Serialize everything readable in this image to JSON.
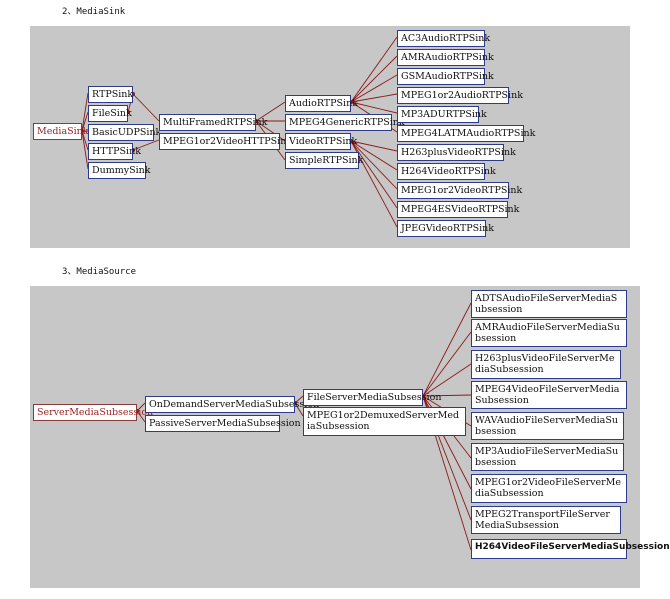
{
  "sections": {
    "sink": {
      "heading": "2、MediaSink",
      "nodes": {
        "root": "MediaSink",
        "rtp": "RTPSink",
        "file": "FileSink",
        "basic_udp": "BasicUDPSink",
        "http": "HTTPSink",
        "dummy": "DummySink",
        "multiframed": "MultiFramedRTPSink",
        "mpeg_video_http": "MPEG1or2VideoHTTPSink",
        "audio_rtp": "AudioRTPSink",
        "mpeg4_generic": "MPEG4GenericRTPSink",
        "video_rtp": "VideoRTPSink",
        "simple_rtp": "SimpleRTPSink",
        "ac3": "AC3AudioRTPSink",
        "amr": "AMRAudioRTPSink",
        "gsm": "GSMAudioRTPSink",
        "mpeg_audio": "MPEG1or2AudioRTPSink",
        "mp3adu": "MP3ADURTPSink",
        "latm": "MPEG4LATMAudioRTPSink",
        "h263": "H263plusVideoRTPSink",
        "h264": "H264VideoRTPSink",
        "mpeg_video": "MPEG1or2VideoRTPSink",
        "mpeg4es": "MPEG4ESVideoRTPSink",
        "jpeg": "JPEGVideoRTPSink"
      }
    },
    "source": {
      "heading": "3、MediaSource",
      "nodes": {
        "root": "ServerMediaSubsession",
        "ondemand": "OnDemandServerMediaSubsession",
        "passive": "PassiveServerMediaSubsession",
        "fileserver": "FileServerMediaSubsession",
        "demuxed": "MPEG1or2DemuxedServerMediaSubsession",
        "adts": "ADTSAudioFileServerMediaSubsession",
        "amr": "AMRAudioFileServerMediaSubsession",
        "h263": "H263plusVideoFileServerMediaSubsession",
        "mpeg4": "MPEG4VideoFileServerMediaSubsession",
        "wav": "WAVAudioFileServerMediaSubsession",
        "mp3": "MP3AudioFileServerMediaSubsession",
        "mpeg12": "MPEG1or2VideoFileServerMediaSubsession",
        "mpeg2ts": "MPEG2TransportFileServerMediaSubsession",
        "h264": "H264VideoFileServerMediaSubsession"
      }
    }
  },
  "colors": {
    "panel": "#c7c7c7",
    "edge": "#8b1a1a",
    "node_border": "#2e3a8c",
    "root_text": "#9a1f1f"
  }
}
